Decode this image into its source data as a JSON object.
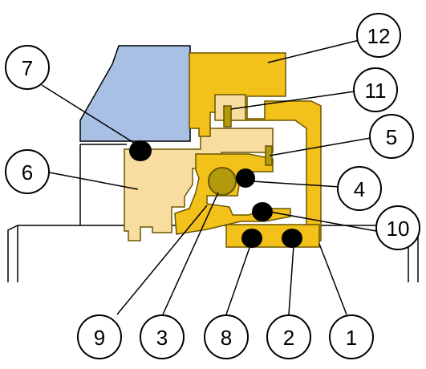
{
  "diagram": {
    "colors": {
      "yellow": "#f2c21b",
      "yellow_outline": "#6b5600",
      "cream": "#f7dea0",
      "blue": "#a7c0e3",
      "ball": "#b39a0d",
      "oring": "#000000",
      "line": "#000000",
      "background": "#ffffff"
    },
    "callouts": [
      {
        "id": "1",
        "label": "1"
      },
      {
        "id": "2",
        "label": "2"
      },
      {
        "id": "3",
        "label": "3"
      },
      {
        "id": "4",
        "label": "4"
      },
      {
        "id": "5",
        "label": "5"
      },
      {
        "id": "6",
        "label": "6"
      },
      {
        "id": "7",
        "label": "7"
      },
      {
        "id": "8",
        "label": "8"
      },
      {
        "id": "9",
        "label": "9"
      },
      {
        "id": "10",
        "label": "10"
      },
      {
        "id": "11",
        "label": "11"
      },
      {
        "id": "12",
        "label": "12"
      }
    ]
  }
}
